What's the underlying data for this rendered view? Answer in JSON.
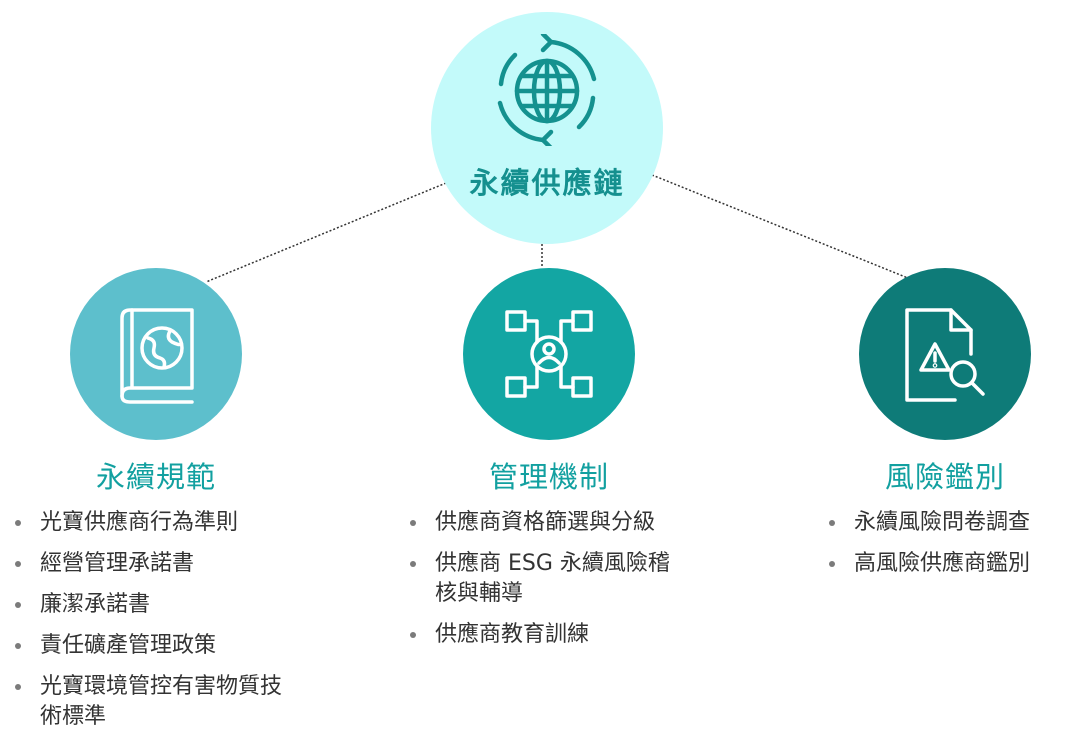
{
  "center": {
    "title": "永續供應鏈",
    "icon": "globe-cycle-icon"
  },
  "colors": {
    "center_fill": "#c3fafa",
    "center_text": "#15908f",
    "node_1": "#5dbfcc",
    "node_2": "#13a6a3",
    "node_3": "#0e7b78",
    "heading": "#12a0a0",
    "text": "#333333"
  },
  "columns": [
    {
      "title": "永續規範",
      "icon": "globe-book-icon",
      "items": [
        "光寶供應商行為準則",
        "經營管理承諾書",
        "廉潔承諾書",
        "責任礦產管理政策",
        "光寶環境管控有害物質技術標準"
      ]
    },
    {
      "title": "管理機制",
      "icon": "user-network-icon",
      "items": [
        "供應商資格篩選與分級",
        "供應商 ESG 永續風險稽核與輔導",
        "供應商教育訓練"
      ]
    },
    {
      "title": "風險鑑別",
      "icon": "document-warning-search-icon",
      "items": [
        "永續風險問卷調查",
        "高風險供應商鑑別"
      ]
    }
  ]
}
